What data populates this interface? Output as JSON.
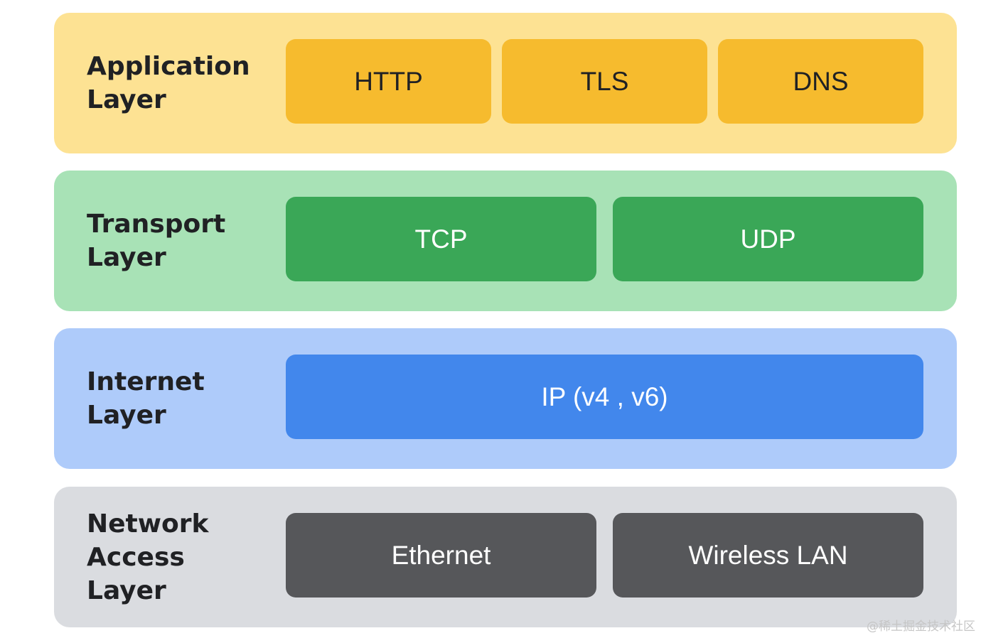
{
  "layers": {
    "application": {
      "label_line1": "Application",
      "label_line2": "Layer",
      "protocols": [
        "HTTP",
        "TLS",
        "DNS"
      ]
    },
    "transport": {
      "label_line1": "Transport",
      "label_line2": "Layer",
      "protocols": [
        "TCP",
        "UDP"
      ]
    },
    "internet": {
      "label_line1": "Internet",
      "label_line2": "Layer",
      "protocols": [
        "IP (v4 , v6)"
      ]
    },
    "network_access": {
      "label_line1": "Network",
      "label_line2": "Access",
      "label_line3": "Layer",
      "protocols": [
        "Ethernet",
        "Wireless LAN"
      ]
    }
  },
  "colors": {
    "application_bg": "#fde293",
    "application_box": "#f6bb2e",
    "transport_bg": "#a8e2b6",
    "transport_box": "#3aa757",
    "internet_bg": "#aecbfa",
    "internet_box": "#4287ec",
    "network_access_bg": "#dadce0",
    "network_access_box": "#56575a"
  },
  "watermark": "@稀土掘金技术社区"
}
